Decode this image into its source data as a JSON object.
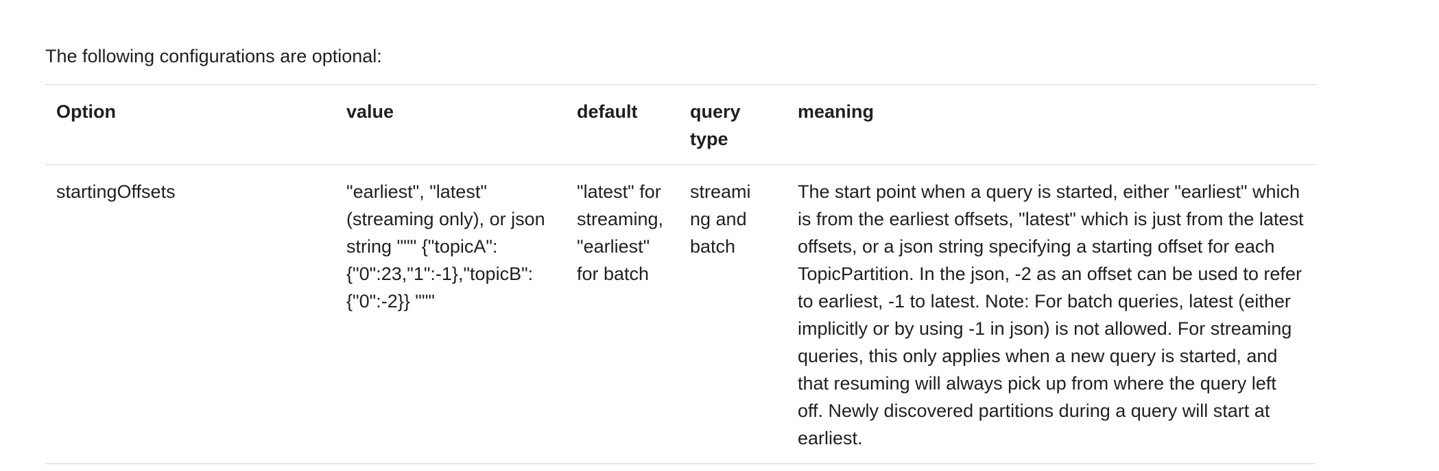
{
  "intro_text": "The following configurations are optional:",
  "table": {
    "headers": {
      "option": "Option",
      "value": "value",
      "default": "default",
      "query_type": "query type",
      "meaning": "meaning"
    },
    "rows": [
      {
        "option": "startingOffsets",
        "value": "\"earliest\", \"latest\" (streaming only), or json string \"\"\" {\"topicA\":{\"0\":23,\"1\":-1},\"topicB\":{\"0\":-2}} \"\"\"",
        "default": "\"latest\" for streaming, \"earliest\" for batch",
        "query_type": "streaming and batch",
        "meaning": "The start point when a query is started, either \"earliest\" which is from the earliest offsets, \"latest\" which is just from the latest offsets, or a json string specifying a starting offset for each TopicPartition. In the json, -2 as an offset can be used to refer to earliest, -1 to latest. Note: For batch queries, latest (either implicitly or by using -1 in json) is not allowed. For streaming queries, this only applies when a new query is started, and that resuming will always pick up from where the query left off. Newly discovered partitions during a query will start at earliest."
      }
    ]
  }
}
